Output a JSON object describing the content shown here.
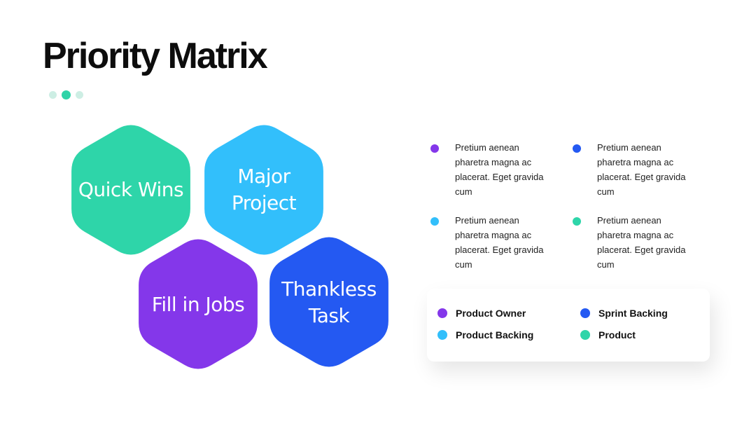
{
  "title": "Priority Matrix",
  "colors": {
    "green": "#2ed5a9",
    "cyan": "#32bffb",
    "purple": "#8437ea",
    "blue": "#2459f2"
  },
  "hexagons": [
    {
      "label_lines": [
        "Quick Wins"
      ],
      "color": "#2ed5a9"
    },
    {
      "label_lines": [
        "Major",
        "Project"
      ],
      "color": "#32bffb"
    },
    {
      "label_lines": [
        "Fill in Jobs"
      ],
      "color": "#8437ea"
    },
    {
      "label_lines": [
        "Thankless",
        "Task"
      ],
      "color": "#2459f2"
    }
  ],
  "descriptions": [
    {
      "text": "Pretium aenean pharetra magna ac placerat. Eget gravida cum",
      "color": "#8437ea"
    },
    {
      "text": "Pretium aenean pharetra magna ac placerat. Eget gravida cum",
      "color": "#2459f2"
    },
    {
      "text": "Pretium aenean pharetra magna ac placerat. Eget gravida cum",
      "color": "#32bffb"
    },
    {
      "text": "Pretium aenean pharetra magna ac placerat. Eget gravida cum",
      "color": "#2ed5a9"
    }
  ],
  "legend": [
    {
      "label": "Product Owner",
      "color": "#8437ea"
    },
    {
      "label": "Sprint Backing",
      "color": "#2459f2"
    },
    {
      "label": "Product Backing",
      "color": "#32bffb"
    },
    {
      "label": "Product",
      "color": "#2ed5a9"
    }
  ]
}
